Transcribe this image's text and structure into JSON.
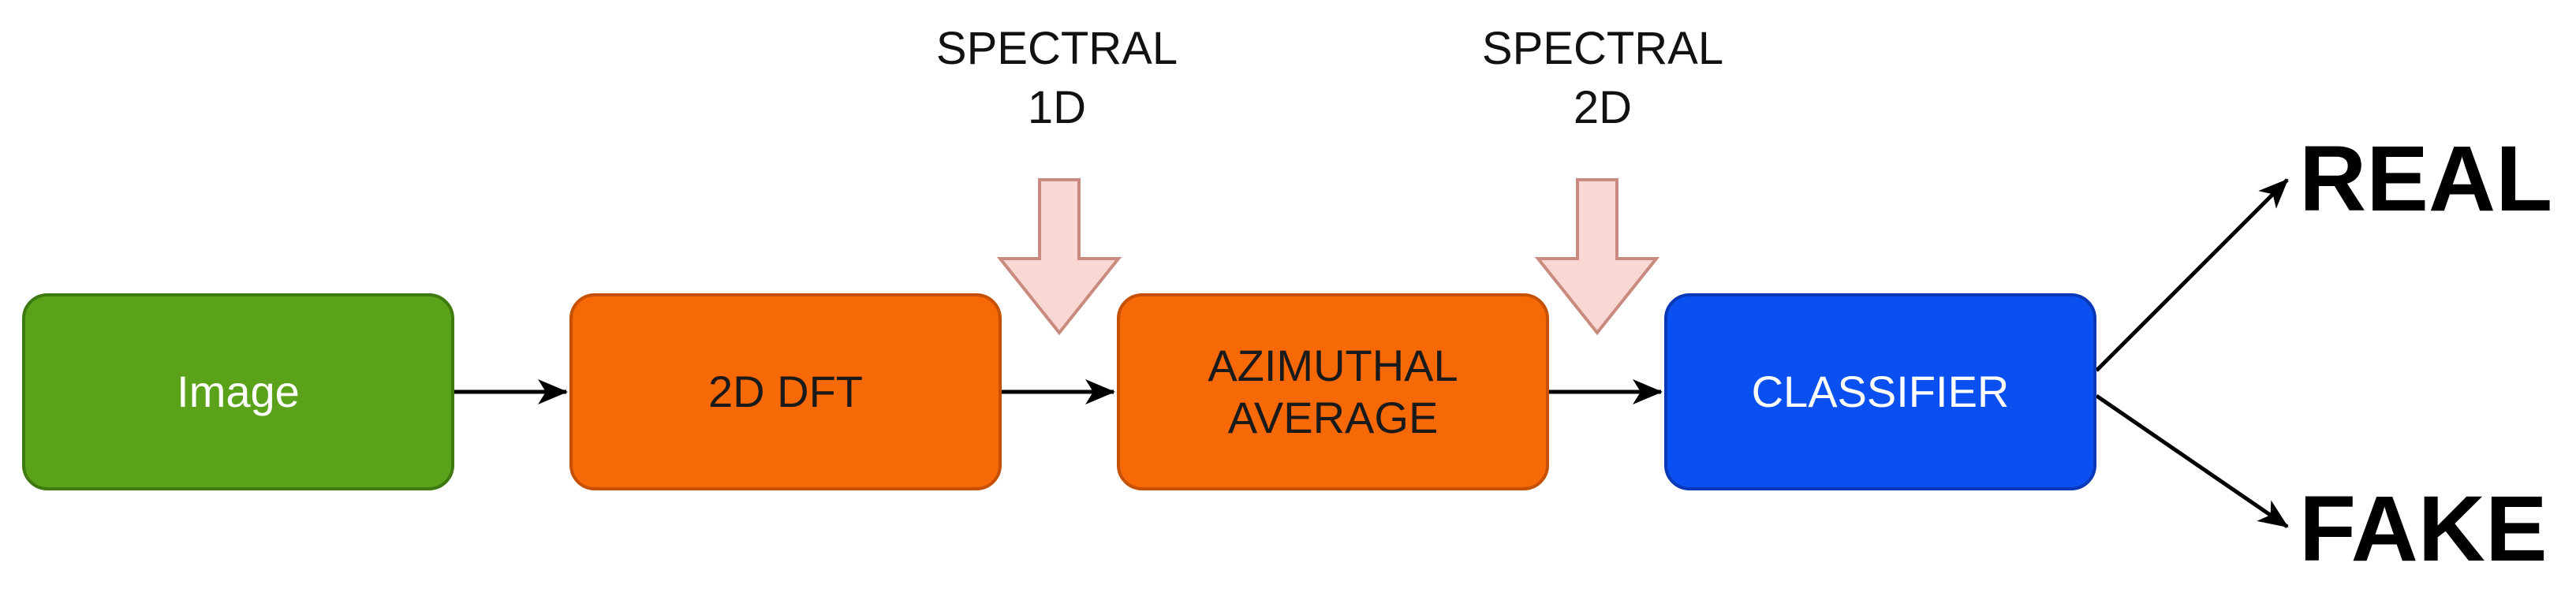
{
  "diagram": {
    "nodes": [
      {
        "id": "image",
        "label": "Image",
        "fill": "#5aa21a",
        "stroke": "#3e7a10",
        "text_color": "#ffffff"
      },
      {
        "id": "dft",
        "label": "2D DFT",
        "fill": "#f76806",
        "stroke": "#c65104",
        "text_color": "#1a1a1a"
      },
      {
        "id": "azimuthal",
        "label": "AZIMUTHAL\nAVERAGE",
        "fill": "#f76806",
        "stroke": "#c65104",
        "text_color": "#1a1a1a"
      },
      {
        "id": "classifier",
        "label": "CLASSIFIER",
        "fill": "#0a4ff0",
        "stroke": "#0838b8",
        "text_color": "#ffffff"
      }
    ],
    "edges": [
      {
        "from": "image",
        "to": "dft"
      },
      {
        "from": "dft",
        "to": "azimuthal"
      },
      {
        "from": "azimuthal",
        "to": "classifier"
      },
      {
        "from": "classifier",
        "to": "real"
      },
      {
        "from": "classifier",
        "to": "fake"
      }
    ],
    "annotations": [
      {
        "id": "spectral_1d",
        "label": "SPECTRAL\n1D",
        "points_to": "between dft and azimuthal",
        "arrow_fill": "#f9d7d3",
        "arrow_stroke": "#c98a80"
      },
      {
        "id": "spectral_2d",
        "label": "SPECTRAL\n2D",
        "points_to": "between azimuthal and classifier",
        "arrow_fill": "#f9d7d3",
        "arrow_stroke": "#c98a80"
      }
    ],
    "outputs": [
      {
        "id": "real",
        "label": "REAL"
      },
      {
        "id": "fake",
        "label": "FAKE"
      }
    ]
  }
}
